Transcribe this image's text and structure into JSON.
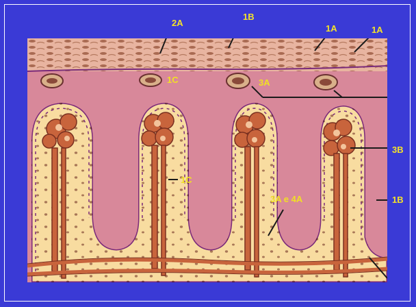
{
  "labels": {
    "l_2a": "2A",
    "l_1b_top": "1B",
    "l_1a_1": "1A",
    "l_1a_2": "1A",
    "l_1c_vessel": "1C",
    "l_3a_vessel": "3A",
    "l_3b": "3B",
    "l_1c_villus": "1C",
    "l_1b_side": "1B",
    "l_3a4a": "3A e 4A"
  },
  "colors": {
    "background": "#3a3ad6",
    "label": "#f4e22a",
    "pink_tissue": "#d8889a",
    "core": "#f8dca0",
    "vessel": "#c8643c",
    "outline": "#7a2a7a"
  }
}
